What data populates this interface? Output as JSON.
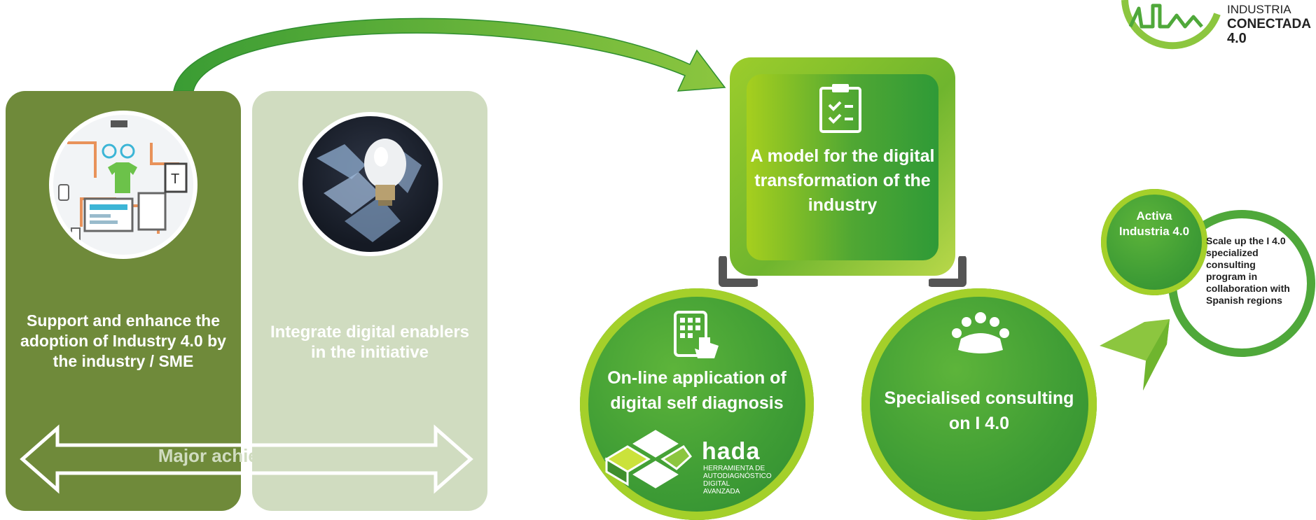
{
  "left_panels": {
    "support_text": "Support and enhance the adoption of Industry 4.0 by the industry / SME",
    "integrate_text": "Integrate digital enablers in the initiative",
    "arrow_label": "Major achievements"
  },
  "model_card": {
    "text": "A model for the digital transformation of the industry",
    "icon": "clipboard-check-icon"
  },
  "self_diagnosis": {
    "text": "On-line application of digital self diagnosis",
    "icon": "tablet-touch-icon",
    "hada_name": "hada",
    "hada_line1": "HERRAMIENTA DE",
    "hada_line2": "AUTODIAGNÓSTICO",
    "hada_line3": "DIGITAL",
    "hada_line4": "AVANZADA"
  },
  "consulting": {
    "text": "Specialised consulting on I 4.0",
    "icon": "meeting-people-icon"
  },
  "activa": {
    "text": "Activa Industria 4.0",
    "scale_text": "Scale up the I 4.0 specialized consulting program in collaboration with Spanish regions"
  },
  "logo": {
    "line1": "INDUSTRIA",
    "line2": "CONECTADA",
    "line3": "4.0"
  },
  "colors": {
    "dark_panel": "#6f8a3a",
    "light_panel": "#d0dcc0",
    "green_accent": "#a4d02a",
    "green_dark": "#2f9a37"
  }
}
